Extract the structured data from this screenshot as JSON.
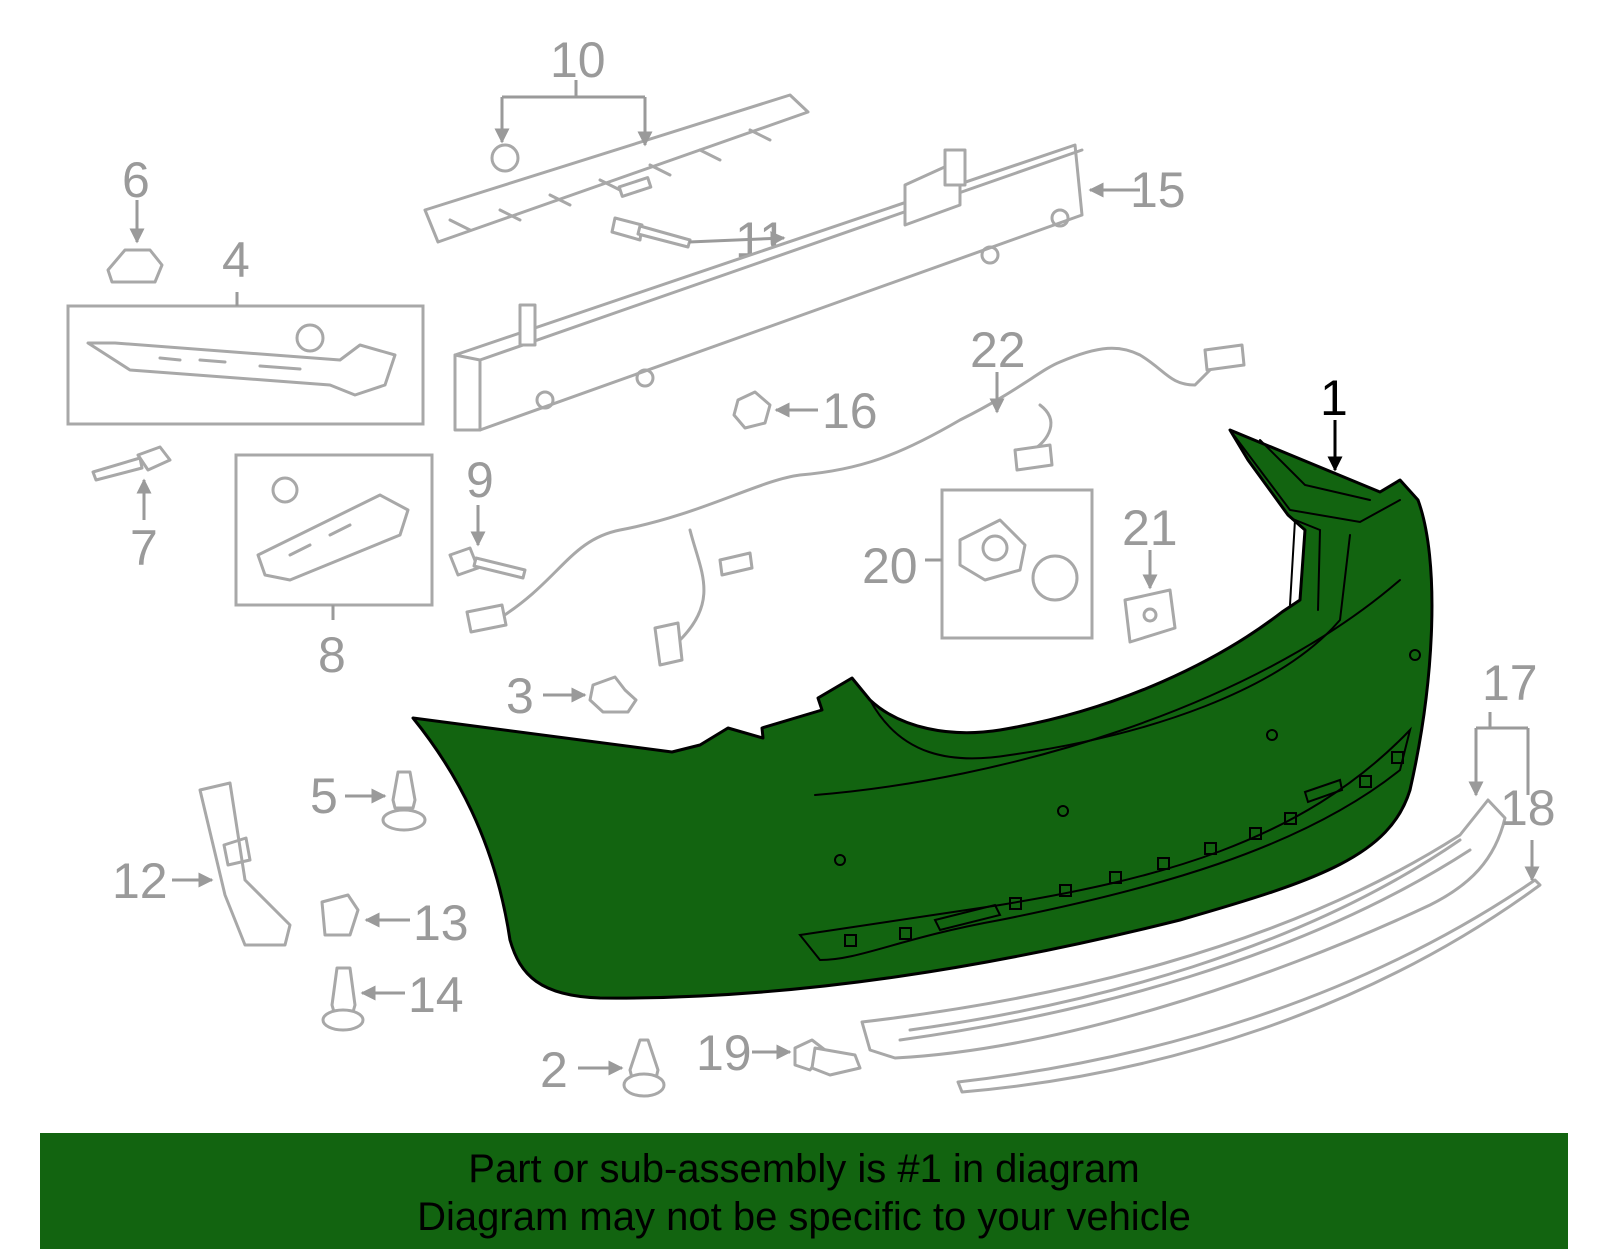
{
  "callouts": {
    "c1": "1",
    "c2": "2",
    "c3": "3",
    "c4": "4",
    "c5": "5",
    "c6": "6",
    "c7": "7",
    "c8": "8",
    "c9": "9",
    "c10": "10",
    "c11": "11",
    "c12": "12",
    "c13": "13",
    "c14": "14",
    "c15": "15",
    "c16": "16",
    "c17": "17",
    "c18": "18",
    "c19": "19",
    "c20": "20",
    "c21": "21",
    "c22": "22"
  },
  "banner": {
    "line1": "Part or sub-assembly is #1 in diagram",
    "line2": "Diagram may not be specific to your vehicle"
  },
  "colors": {
    "highlight": "#126410",
    "outline": "#a8a8a8",
    "label": "#9a9a9a"
  }
}
